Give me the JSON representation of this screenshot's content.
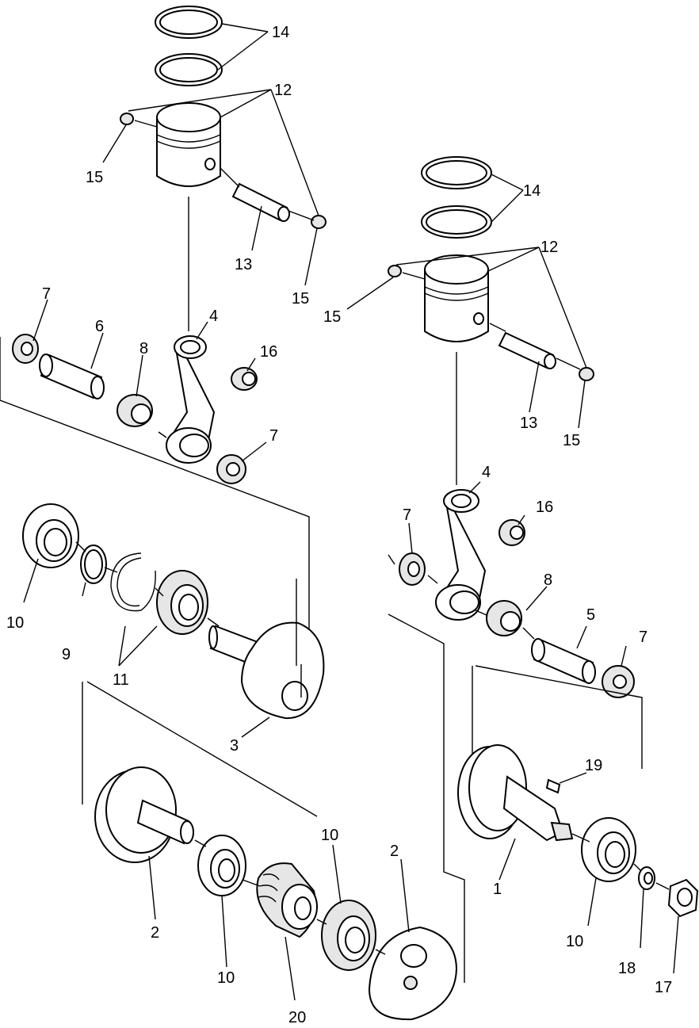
{
  "callouts": {
    "l14": "14",
    "l12": "12",
    "l15a": "15",
    "l13": "13",
    "l15b": "15",
    "l7a": "7",
    "l6": "6",
    "l8": "8",
    "l4": "4",
    "l16": "16",
    "l7b": "7",
    "l10a": "10",
    "l9": "9",
    "l11": "11",
    "l3": "3",
    "l2a": "2",
    "l10b": "10",
    "l20": "20",
    "l10c": "10",
    "l2b": "2",
    "r14": "14",
    "r12": "12",
    "r15a": "15",
    "r13": "13",
    "r15b": "15",
    "r4": "4",
    "r16": "16",
    "r7a": "7",
    "r8": "8",
    "r5": "5",
    "r7b": "7",
    "r19": "19",
    "r1": "1",
    "r10": "10",
    "r18": "18",
    "r17": "17"
  }
}
